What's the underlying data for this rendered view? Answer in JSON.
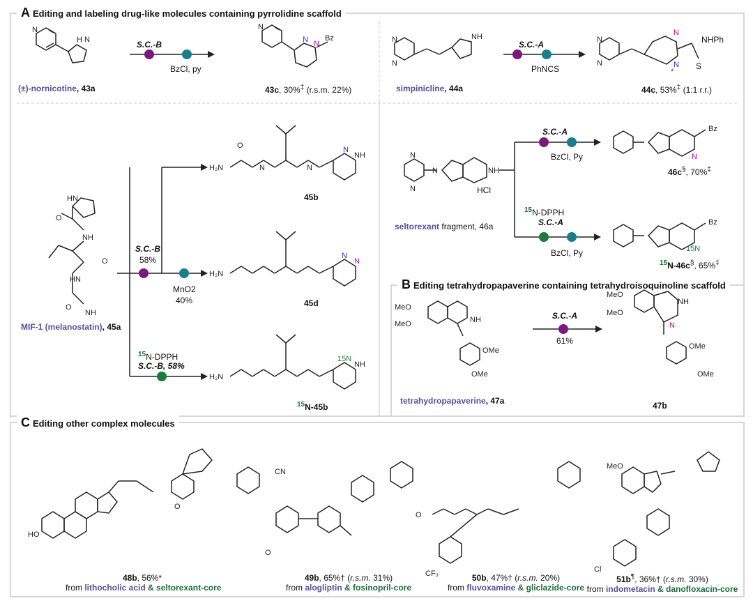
{
  "panels": {
    "a": {
      "letter": "A",
      "title": "Editing and labeling drug-like molecules containing pyrrolidine scaffold"
    },
    "b": {
      "letter": "B",
      "title": "Editing  tetrahydropapaverine containing tetrahydroisoquinoline scaffold"
    },
    "c": {
      "letter": "C",
      "title": "Editing other complex molecules"
    }
  },
  "colors": {
    "purple_dot": "#7b1a7e",
    "teal_dot": "#1a7e8a",
    "green_dot": "#1e7a3a",
    "name_purple": "#5b4e98",
    "n_magenta": "#c0009a",
    "n_blue": "#2b2bd0"
  },
  "reactions": {
    "nornicotine": {
      "name": "(±)-nornicotine",
      "num": ", 43a",
      "cond": "S.C.-B",
      "reagent": "BzCl, py",
      "product": "43c",
      "yield": ", 30%",
      "mark": "‡",
      "rsm": " (r.s.m. 22%)"
    },
    "simpinicline": {
      "name": "simpinicline",
      "num": ", 44a",
      "cond": "S.C.-A",
      "reagent": "PhNCS",
      "product": "44c",
      "yield": ", 53%",
      "mark": "‡",
      "rr": " (1:1 r.r.)",
      "nhph": "NHPh",
      "s": "S"
    },
    "mif": {
      "name": "MIF-1 (melanostatin)",
      "num": ", 45a",
      "cond": "S.C.-B",
      "cond_yield": "58%",
      "reagent": "MnO2",
      "reagent_yield": "40%",
      "label_reagent": "N-DPPH",
      "iso": "15",
      "label_cond": "S.C.-B, 58%",
      "p1": "45b",
      "p2": "45d",
      "p3": "N-45b"
    },
    "seltorexant": {
      "name": "seltorexant",
      "suffix": " fragment, 46a",
      "cond": "S.C.-A",
      "reagent": "BzCl, Py",
      "label_reagent": "N-DPPH",
      "iso": "15",
      "hcl": "HCl",
      "p1": "46c",
      "p1_mark": "§",
      "p1_yield": ", 70%",
      "p1_mark2": "‡",
      "p2": "N-46c",
      "p2_mark": "§",
      "p2_yield": ", 65%",
      "p2_mark2": "‡"
    },
    "thp": {
      "name": "tetrahydropapaverine",
      "num": ", 47a",
      "cond": "S.C.-A",
      "yield": "61%",
      "product": "47b",
      "meo": "MeO",
      "ome": "OMe"
    }
  },
  "panel_c": [
    {
      "num": "48b",
      "yield": ", 56%*",
      "from": "from ",
      "a": "lithocholic acid",
      "amp": " & ",
      "b": "seltorexant-core"
    },
    {
      "num": "49b",
      "yield": ", 65%† (",
      "rsm": "r.s.m.",
      "rsm_val": " 31%)",
      "from": "from ",
      "a": "alogliptin",
      "amp": " & ",
      "b": "fosinopril-core"
    },
    {
      "num": "50b",
      "yield": ", 47%† (",
      "rsm": "r.s.m.",
      "rsm_val": " 20%)",
      "from": "from ",
      "a": "fluvoxamine",
      "amp": " & ",
      "b": "gliclazide-core"
    },
    {
      "num": "51b",
      "mark": "¶",
      "yield": ", 36%† (",
      "rsm": "r.s.m.",
      "rsm_val": " 30%)",
      "from": "from ",
      "a": "indometacin",
      "amp": " & ",
      "b": "danofloxacin-core"
    }
  ]
}
